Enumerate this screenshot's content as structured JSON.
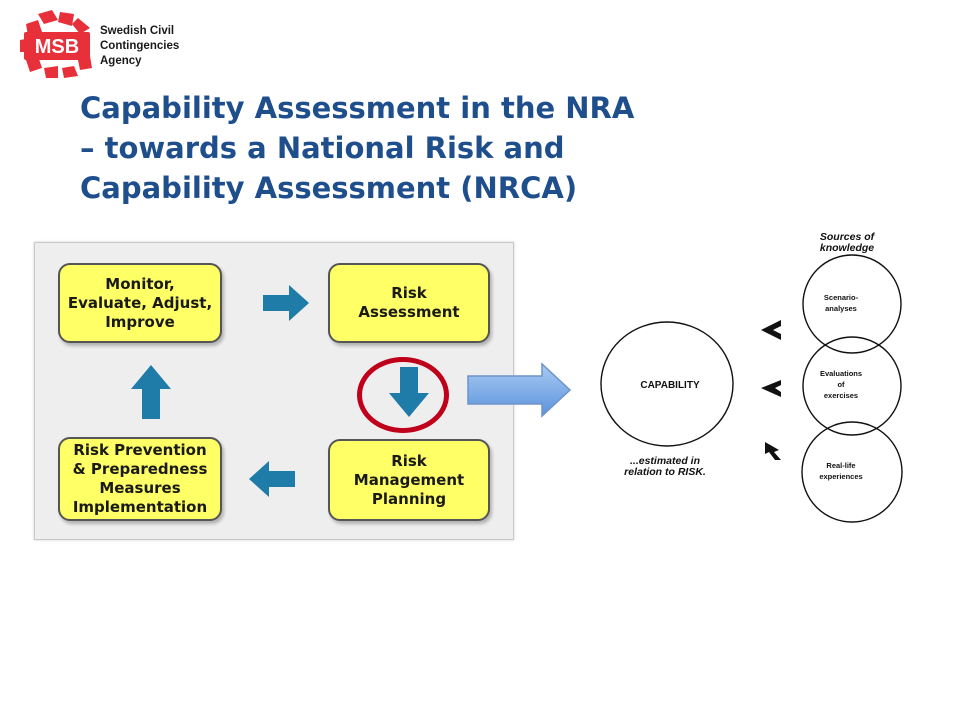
{
  "logo": {
    "mark_text": "MSB",
    "lines": [
      "Swedish Civil",
      "Contingencies",
      "Agency"
    ],
    "color": "#e8303a"
  },
  "title": {
    "lines": [
      "Capability Assessment in the NRA",
      "– towards a National Risk and",
      "Capability Assessment (NRCA)"
    ],
    "color": "#1f4e8c"
  },
  "cycle": {
    "box_color": "#ffff66",
    "arrow_color": "#1f7ba8",
    "highlight_color": "#c0001a",
    "monitor": [
      "Monitor,",
      "Evaluate, Adjust,",
      "Improve"
    ],
    "risk_assessment": [
      "Risk",
      "Assessment"
    ],
    "planning": [
      "Risk",
      "Management",
      "Planning"
    ],
    "prevention": [
      "Risk Prevention",
      "& Preparedness",
      "Measures",
      "Implementation"
    ]
  },
  "sketch": {
    "sources": [
      "Sources of",
      "knowledge"
    ],
    "capability": "CAPABILITY",
    "estimated": [
      "...estimated in",
      "relation to RISK."
    ],
    "scenario": [
      "Scenario-",
      "analyses"
    ],
    "evaluations": [
      "Evaluations",
      "of",
      "exercises"
    ],
    "reallife": [
      "Real-life",
      "experiences"
    ]
  }
}
